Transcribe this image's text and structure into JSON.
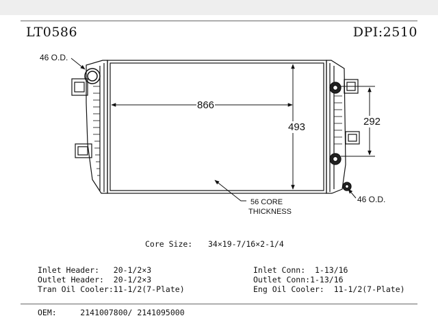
{
  "header": {
    "part_number": "LT0586",
    "dpi": "DPI:2510"
  },
  "drawing": {
    "inlet_od_label": "46 O.D.",
    "outlet_od_label": "46 O.D.",
    "core_width": "866",
    "core_height": "493",
    "tank_spacing": "292",
    "core_thickness_line1": "56 CORE",
    "core_thickness_line2": "THICKNESS"
  },
  "specs": {
    "core_size_label": "Core Size:",
    "core_size_value": "34×19-7/16×2-1/4",
    "inlet_header": "Inlet Header:   20-1/2×3",
    "outlet_header": "Outlet Header:  20-1/2×3",
    "tran_oil_cooler": "Tran Oil Cooler:11-1/2(7-Plate)",
    "inlet_conn": "Inlet Conn:  1-13/16",
    "outlet_conn": "Outlet Conn:1-13/16",
    "eng_oil_cooler": "Eng Oil Cooler:  11-1/2(7-Plate)",
    "oem": "OEM:     2141007800/ 2141095000"
  }
}
